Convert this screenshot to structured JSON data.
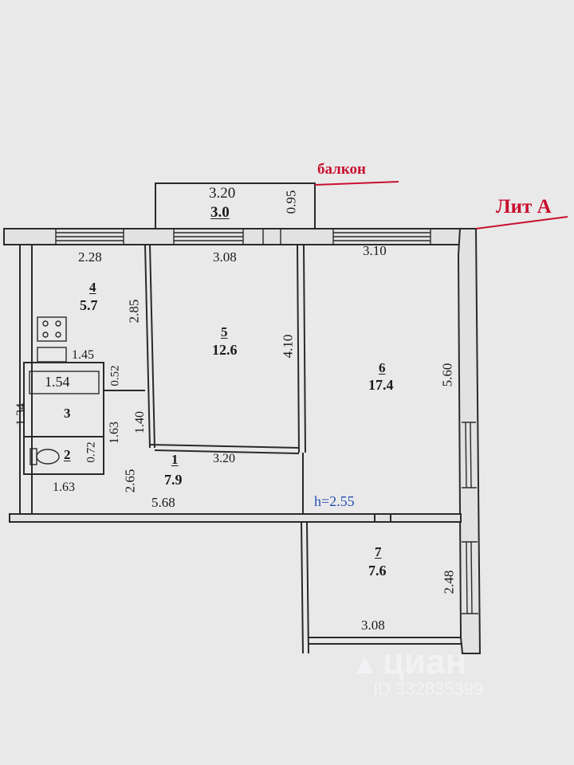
{
  "annotations": {
    "balcony": "балкон",
    "letter": "Лит А",
    "height": "h=2.55"
  },
  "balcony": {
    "width": "3.20",
    "area": "3.0",
    "depth": "0.95"
  },
  "rooms": [
    {
      "id": "1",
      "area": "7.9"
    },
    {
      "id": "2",
      "area": ""
    },
    {
      "id": "3",
      "area": ""
    },
    {
      "id": "4",
      "area": "5.7"
    },
    {
      "id": "5",
      "area": "12.6"
    },
    {
      "id": "6",
      "area": "17.4"
    },
    {
      "id": "7",
      "area": "7.6"
    }
  ],
  "dimensions": {
    "kitchen_width": "2.28",
    "kitchen_depth": "2.85",
    "kitchen_counter": "1.45",
    "room5_width": "3.08",
    "room5_depth": "4.10",
    "room6_width": "3.10",
    "room6_depth": "5.60",
    "bath_width": "1.54",
    "bath_depth": "1.34",
    "partition": "0.52",
    "corridor_a": "1.63",
    "corridor_b": "1.40",
    "wc_depth": "0.72",
    "wc_width": "1.63",
    "hall_width": "3.20",
    "hall_depth": "2.65",
    "hall_length": "5.68",
    "room7_width": "3.08",
    "room7_depth": "2.48"
  },
  "watermark": {
    "brand": "циан",
    "id": "ID 332835399"
  }
}
